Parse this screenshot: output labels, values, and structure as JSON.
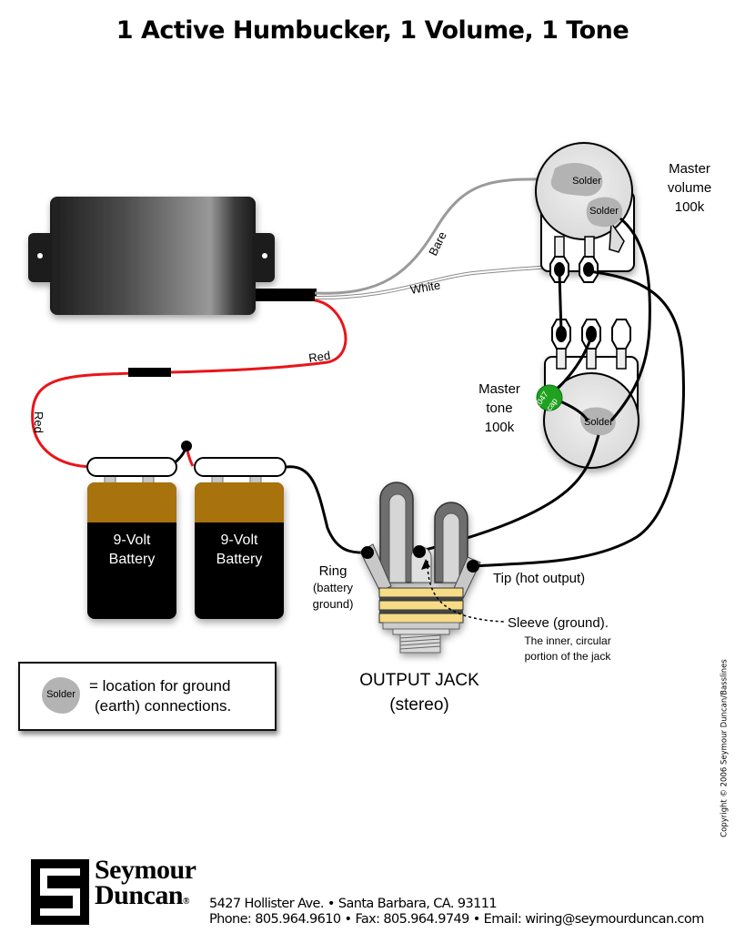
{
  "title": "1 Active Humbucker, 1 Volume, 1 Tone",
  "components": {
    "pickup": {
      "type": "active humbucker"
    },
    "volume_pot": {
      "label_line1": "Master",
      "label_line2": "volume",
      "label_line3": "100k",
      "solder_labels": [
        "Solder",
        "Solder"
      ]
    },
    "tone_pot": {
      "label_line1": "Master",
      "label_line2": "tone",
      "label_line3": "100k",
      "solder_label": "Solder",
      "cap_line1": ".047",
      "cap_line2": "cap"
    },
    "batteries": [
      {
        "line1": "9-Volt",
        "line2": "Battery"
      },
      {
        "line1": "9-Volt",
        "line2": "Battery"
      }
    ],
    "output_jack": {
      "title": "OUTPUT JACK",
      "subtitle": "(stereo)",
      "ring_label": "Ring",
      "ring_note1": "(battery",
      "ring_note2": "ground)",
      "tip_label": "Tip (hot output)",
      "sleeve_label": "Sleeve (ground).",
      "sleeve_note1": "The inner, circular",
      "sleeve_note2": "portion of the jack"
    }
  },
  "wires": {
    "bare": "Bare",
    "white": "White",
    "red_top": "Red",
    "red_left": "Red"
  },
  "colors": {
    "red_wire": "#e8151a",
    "black_wire": "#000000",
    "bare_wire": "#9a9a9a",
    "cap_green": "#1fa21f",
    "battery_top": "#a8720a",
    "solder_gray": "#b3b3b3",
    "jack_yellow": "#f6dc86"
  },
  "legend": {
    "blob_label": "Solder",
    "line1": "= location for ground",
    "line2": "(earth) connections."
  },
  "footer": {
    "brand_line1": "Seymour",
    "brand_line2": "Duncan",
    "registered": "®",
    "address": "5427 Hollister Ave. • Santa Barbara, CA. 93111",
    "contact": "Phone: 805.964.9610 • Fax: 805.964.9749 • Email: wiring@seymourduncan.com",
    "copyright": "Copyright © 2006 Seymour Duncan/Basslines"
  }
}
